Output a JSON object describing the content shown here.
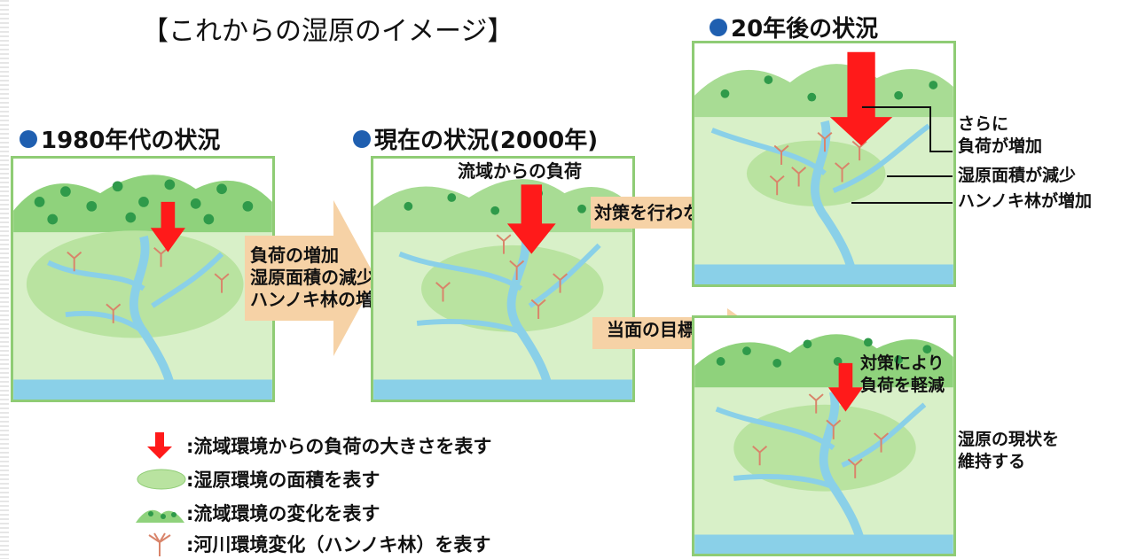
{
  "title": "【これからの湿原のイメージ】",
  "headings": {
    "h1980": "1980年代の状況",
    "h2000": "現在の状況(2000年)",
    "h20y": "20年後の状況"
  },
  "labels": {
    "arrow1": [
      "負荷の増加",
      "湿原面積の減少",
      "ハンノキ林の増加"
    ],
    "watershed_load": "流域からの負荷",
    "no_measures": "対策を行わない",
    "goal": "当面の目標",
    "reduced": [
      "対策により",
      "負荷を軽減"
    ],
    "maintain": [
      "湿原の現状を",
      "維持する"
    ],
    "callouts": {
      "more": [
        "さらに",
        "負荷が増加"
      ],
      "area": "湿原面積が減少",
      "alder": "ハンノキ林が増加"
    }
  },
  "legend": [
    {
      "icon": "red-arrow-icon",
      "text": ":流域環境からの負荷の大きさを表す"
    },
    {
      "icon": "green-ellipse-icon",
      "text": ":湿原環境の面積を表す"
    },
    {
      "icon": "hills-icon",
      "text": ":流域環境の変化を表す"
    },
    {
      "icon": "alder-tree-icon",
      "text": ":河川環境変化（ハンノキ林）を表す"
    }
  ],
  "colors": {
    "load_arrow": "#ff1a1a",
    "wetland": "#b9e3a0",
    "panel_bg": "#d8f0c8",
    "river": "#8ad0e8",
    "arrow_fill": "#f6d2a6",
    "heading_dot": "#1f5fb0"
  }
}
